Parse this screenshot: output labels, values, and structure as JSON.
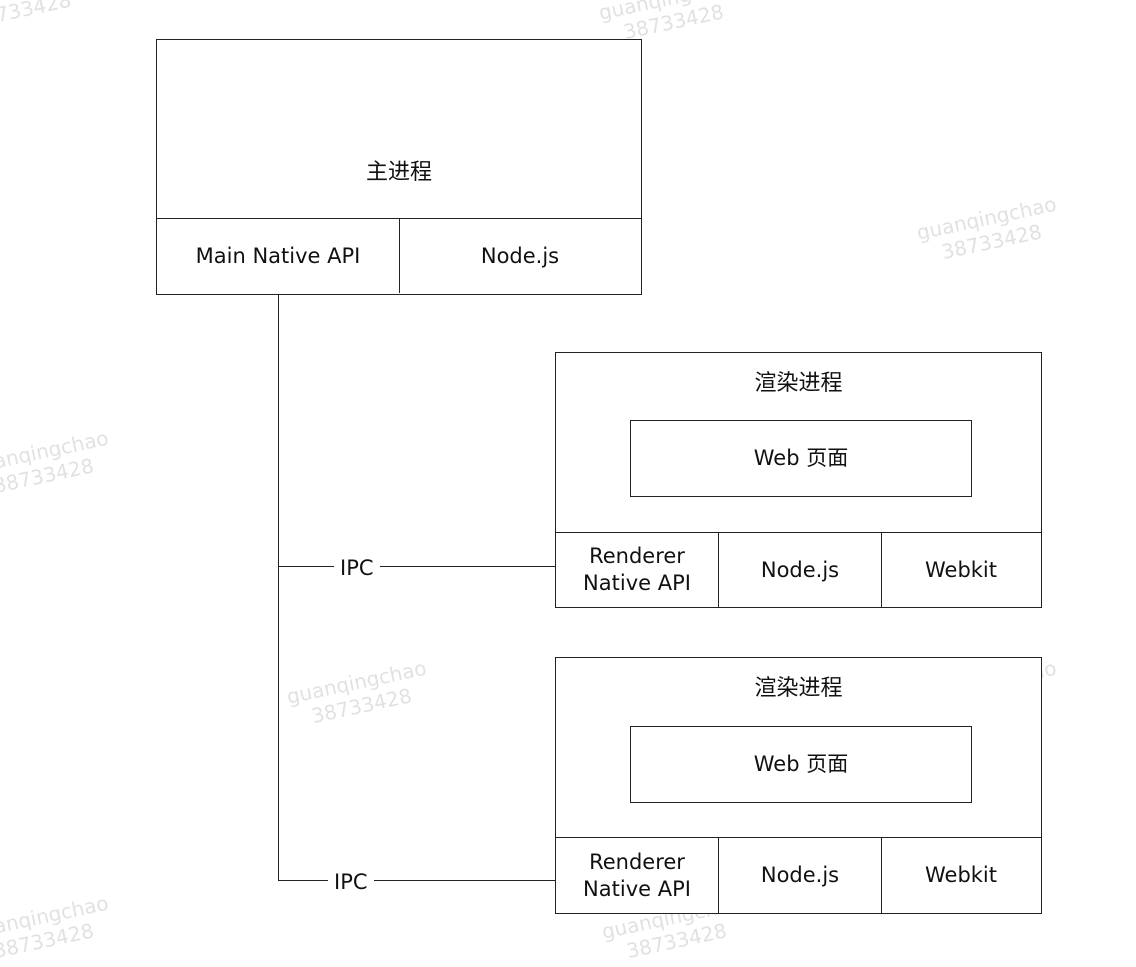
{
  "main_process": {
    "title": "主进程",
    "cells": [
      "Main Native API",
      "Node.js"
    ]
  },
  "renderer_processes": [
    {
      "title": "渲染进程",
      "web_page": "Web 页面",
      "cells": [
        "Renderer\nNative API",
        "Node.js",
        "Webkit"
      ]
    },
    {
      "title": "渲染进程",
      "web_page": "Web 页面",
      "cells": [
        "Renderer\nNative API",
        "Node.js",
        "Webkit"
      ]
    }
  ],
  "connections": [
    {
      "label": "IPC"
    },
    {
      "label": "IPC"
    }
  ],
  "watermark": {
    "line1": "guanqingchao",
    "line2": "38733428"
  }
}
